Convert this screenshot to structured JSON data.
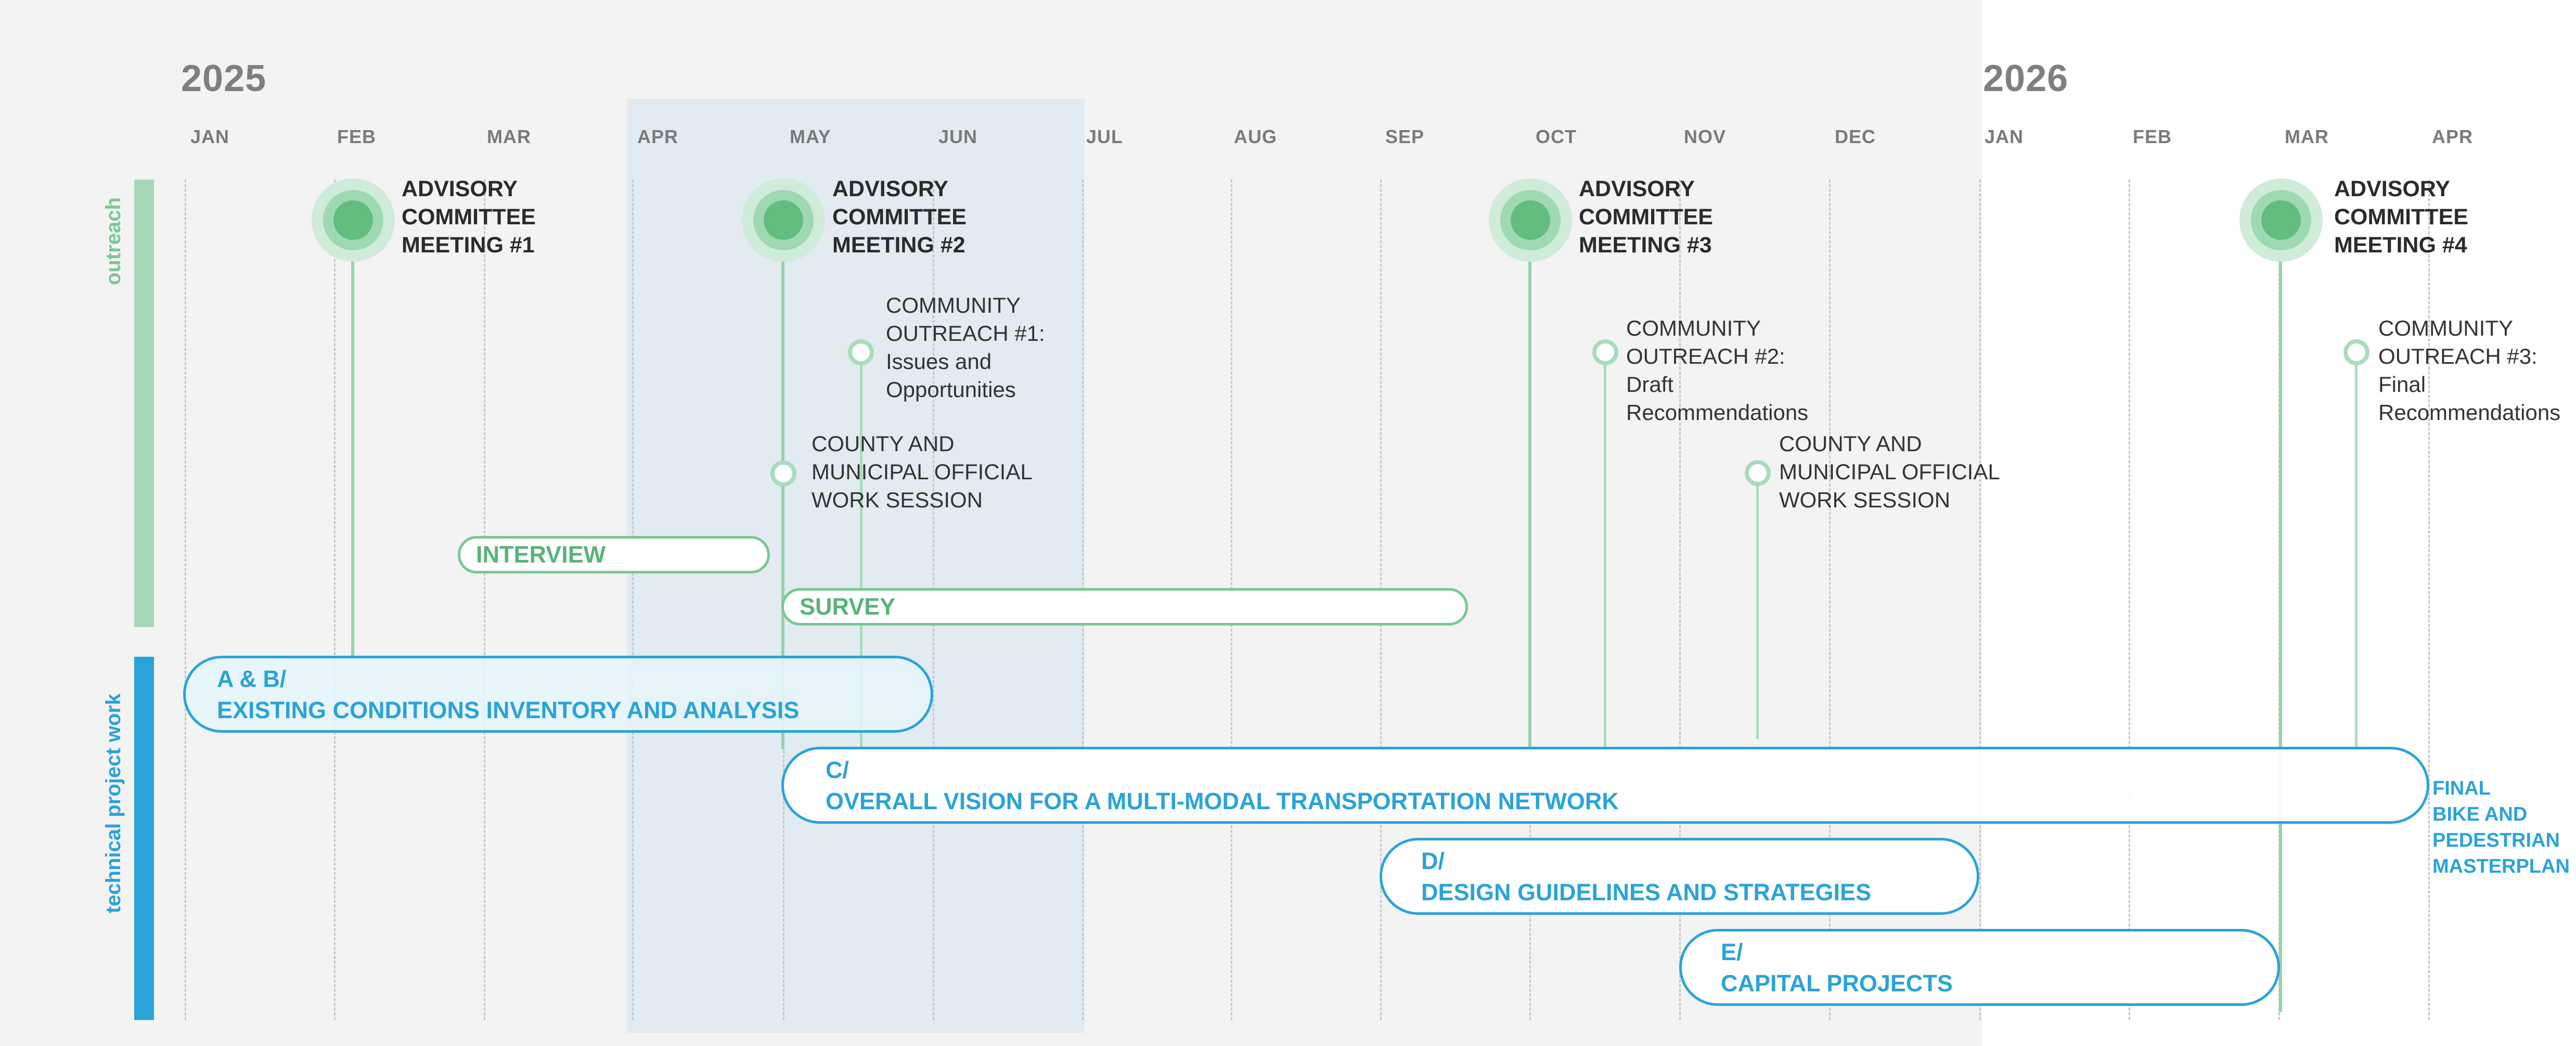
{
  "years": [
    "2025",
    "2026"
  ],
  "months": [
    "JAN",
    "FEB",
    "MAR",
    "APR",
    "MAY",
    "JUN",
    "JUL",
    "AUG",
    "SEP",
    "OCT",
    "NOV",
    "DEC",
    "JAN",
    "FEB",
    "MAR",
    "APR"
  ],
  "tracks": {
    "outreach": "outreach",
    "technical": "technical project work"
  },
  "meetings": [
    {
      "line1": "ADVISORY",
      "line2": "COMMITTEE",
      "line3": "MEETING #1"
    },
    {
      "line1": "ADVISORY",
      "line2": "COMMITTEE",
      "line3": "MEETING #2"
    },
    {
      "line1": "ADVISORY",
      "line2": "COMMITTEE",
      "line3": "MEETING #3"
    },
    {
      "line1": "ADVISORY",
      "line2": "COMMITTEE",
      "line3": "MEETING #4"
    }
  ],
  "outreach_events": [
    {
      "lines": [
        "COMMUNITY",
        "OUTREACH #1:",
        "Issues and",
        "Opportunities"
      ]
    },
    {
      "lines": [
        "COUNTY AND",
        "MUNICIPAL OFFICIAL",
        "WORK SESSION"
      ]
    },
    {
      "lines": [
        "COMMUNITY",
        "OUTREACH #2:",
        "Draft",
        "Recommendations"
      ]
    },
    {
      "lines": [
        "COUNTY AND",
        "MUNICIPAL OFFICIAL",
        "WORK SESSION"
      ]
    },
    {
      "lines": [
        "COMMUNITY",
        "OUTREACH #3:",
        "Final",
        "Recommendations"
      ]
    }
  ],
  "outreach_bars": [
    {
      "label": "INTERVIEW"
    },
    {
      "label": "SURVEY"
    }
  ],
  "tasks": [
    {
      "code": "A & B/",
      "title": "EXISTING CONDITIONS INVENTORY AND ANALYSIS"
    },
    {
      "code": "C/",
      "title": "OVERALL VISION FOR A MULTI-MODAL TRANSPORTATION NETWORK"
    },
    {
      "code": "D/",
      "title": "DESIGN GUIDELINES AND STRATEGIES"
    },
    {
      "code": "E/",
      "title": "CAPITAL PROJECTS"
    }
  ],
  "final": {
    "lines": [
      "FINAL",
      "BIKE AND",
      "PEDESTRIAN",
      "MASTERPLAN"
    ]
  },
  "colors": {
    "outreach_green": "#62bd7f",
    "technical_blue": "#2aa3d9",
    "highlight": "#e1ebf1"
  }
}
